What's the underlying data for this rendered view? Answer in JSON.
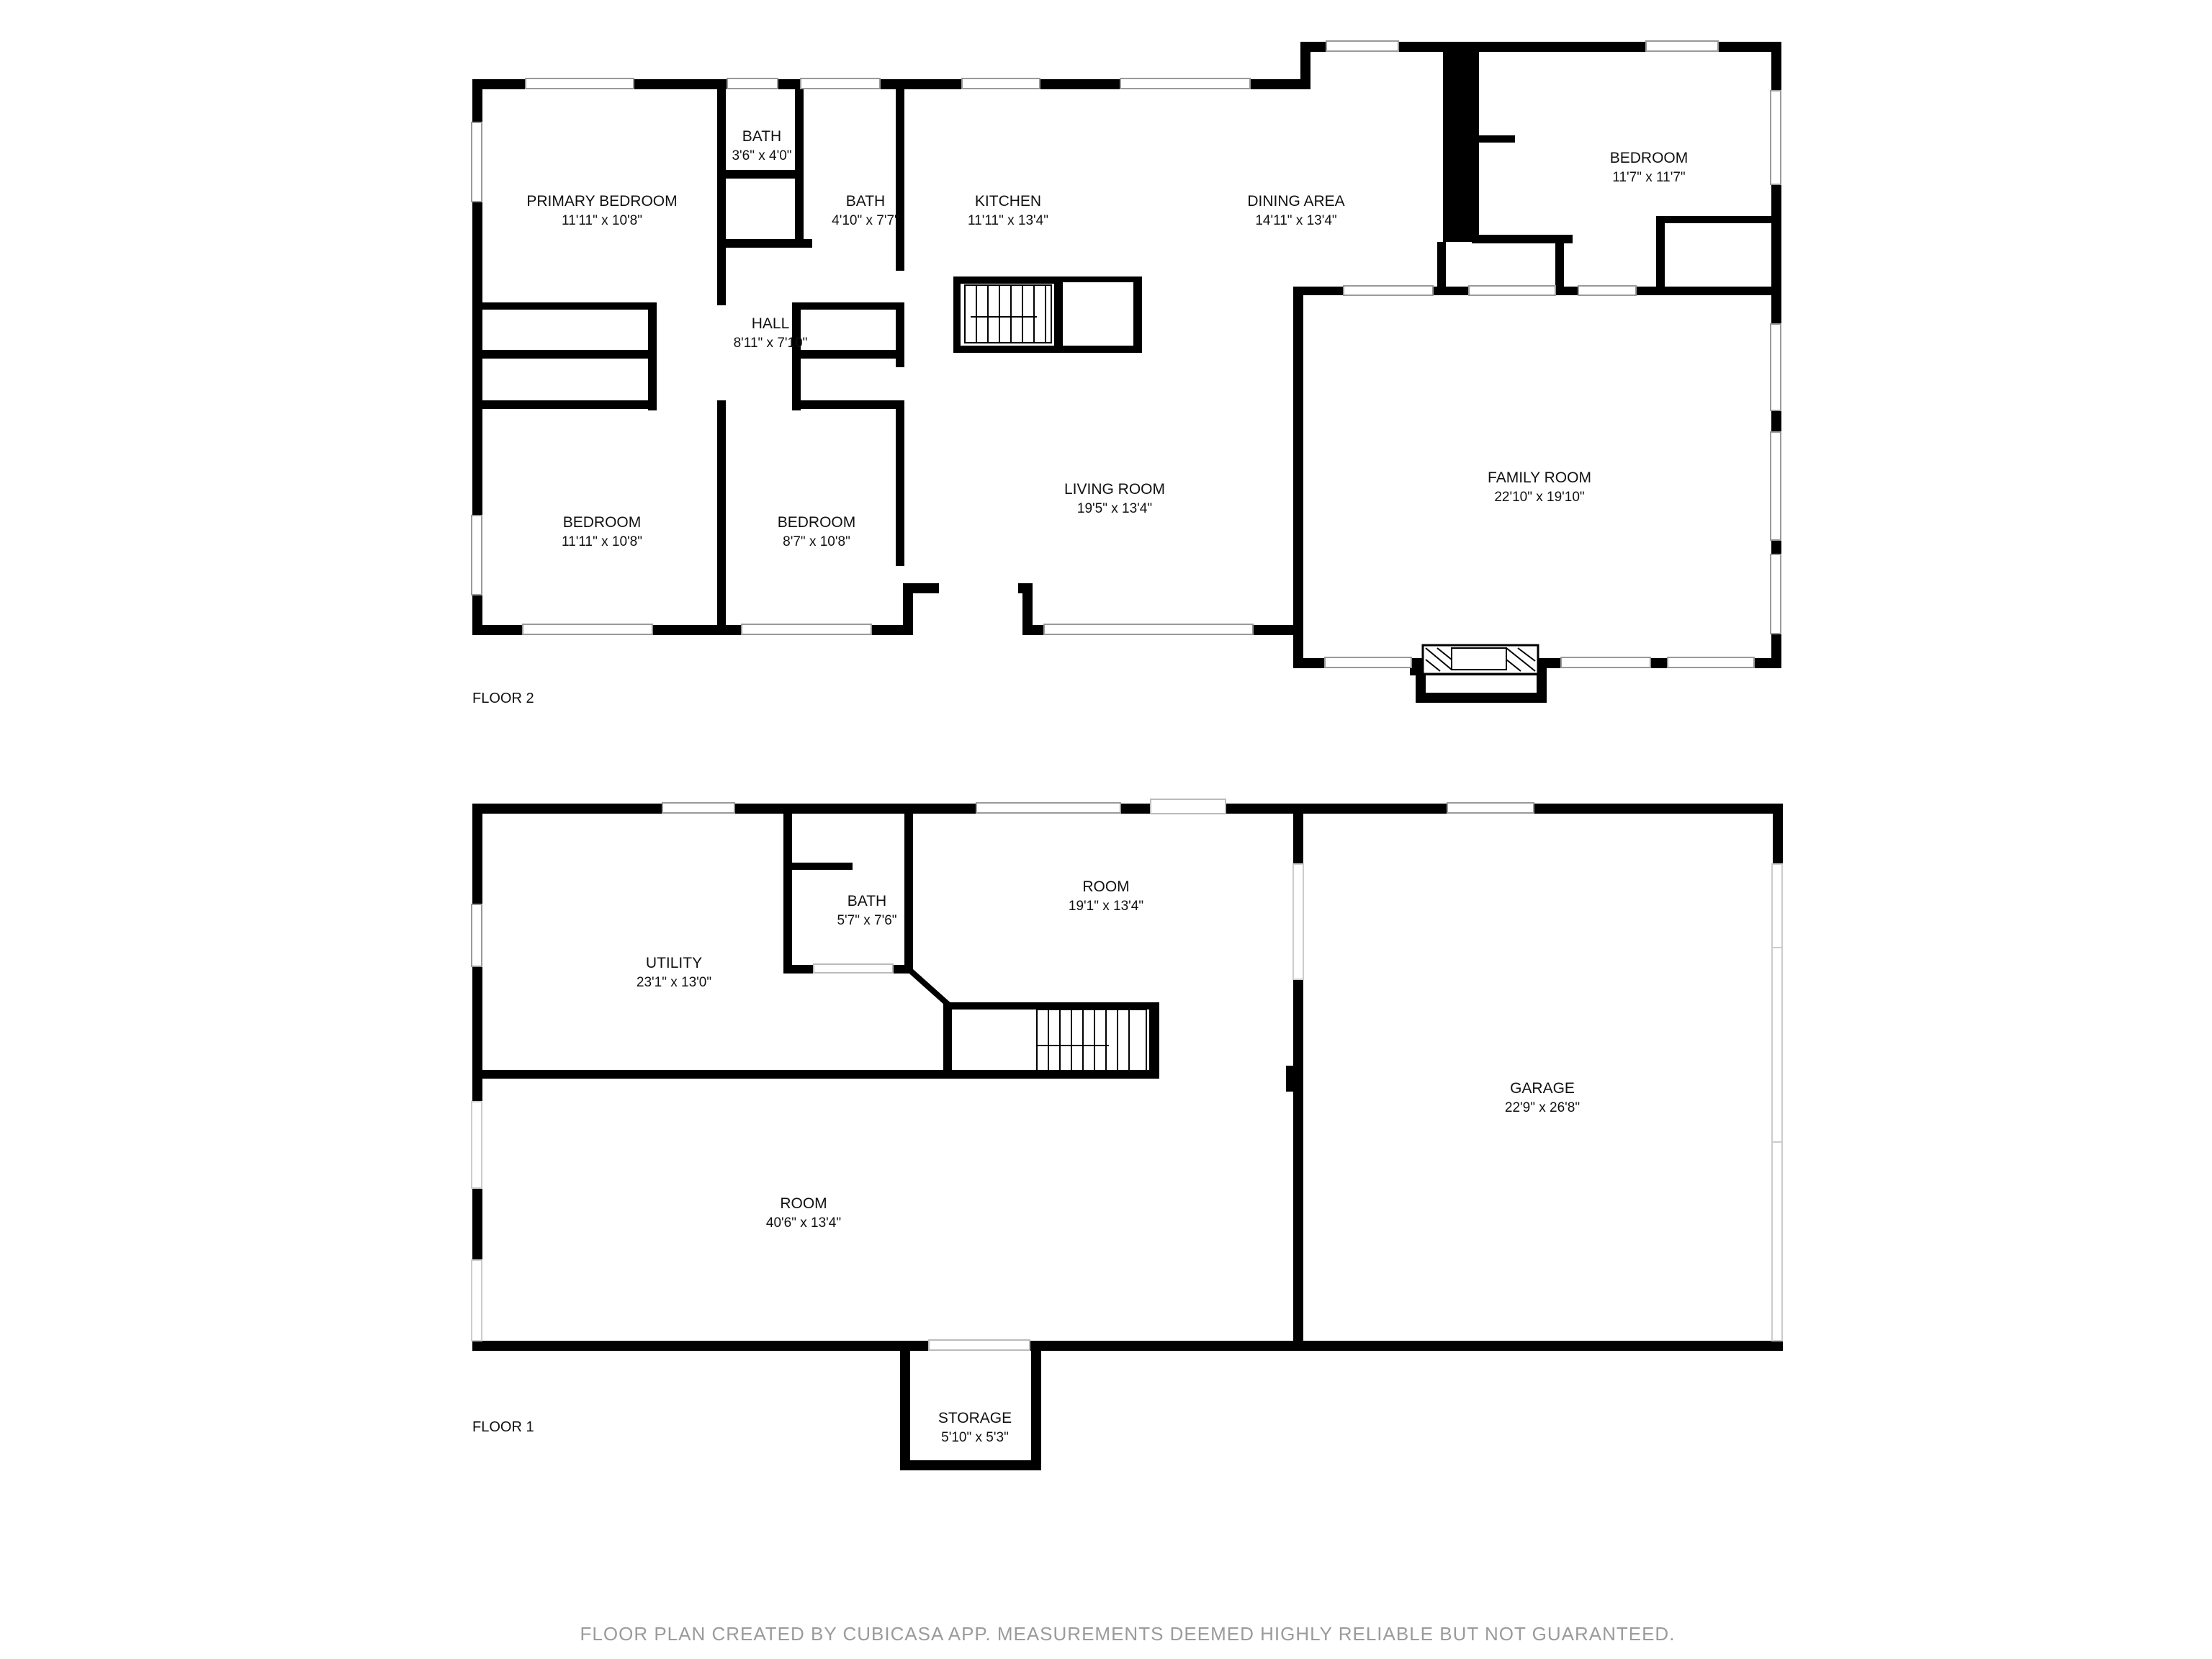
{
  "floors": [
    {
      "label": "FLOOR 2",
      "rooms": [
        {
          "name": "PRIMARY BEDROOM",
          "dims": "11'11\" x 10'8\""
        },
        {
          "name": "BATH",
          "dims": "3'6\" x 4'0\""
        },
        {
          "name": "BATH",
          "dims": "4'10\" x 7'7\""
        },
        {
          "name": "KITCHEN",
          "dims": "11'11\" x 13'4\""
        },
        {
          "name": "DINING AREA",
          "dims": "14'11\" x 13'4\""
        },
        {
          "name": "BEDROOM",
          "dims": "11'7\" x 11'7\""
        },
        {
          "name": "HALL",
          "dims": "8'11\" x 7'10\""
        },
        {
          "name": "BEDROOM",
          "dims": "11'11\" x 10'8\""
        },
        {
          "name": "BEDROOM",
          "dims": "8'7\" x 10'8\""
        },
        {
          "name": "LIVING ROOM",
          "dims": "19'5\" x 13'4\""
        },
        {
          "name": "FAMILY ROOM",
          "dims": "22'10\" x 19'10\""
        }
      ]
    },
    {
      "label": "FLOOR 1",
      "rooms": [
        {
          "name": "BATH",
          "dims": "5'7\" x 7'6\""
        },
        {
          "name": "ROOM",
          "dims": "19'1\" x 13'4\""
        },
        {
          "name": "UTILITY",
          "dims": "23'1\" x 13'0\""
        },
        {
          "name": "GARAGE",
          "dims": "22'9\" x 26'8\""
        },
        {
          "name": "ROOM",
          "dims": "40'6\" x 13'4\""
        },
        {
          "name": "STORAGE",
          "dims": "5'10\" x 5'3\""
        }
      ]
    }
  ],
  "footer": "FLOOR PLAN CREATED BY CUBICASA APP. MEASUREMENTS DEEMED HIGHLY RELIABLE BUT NOT GUARANTEED."
}
